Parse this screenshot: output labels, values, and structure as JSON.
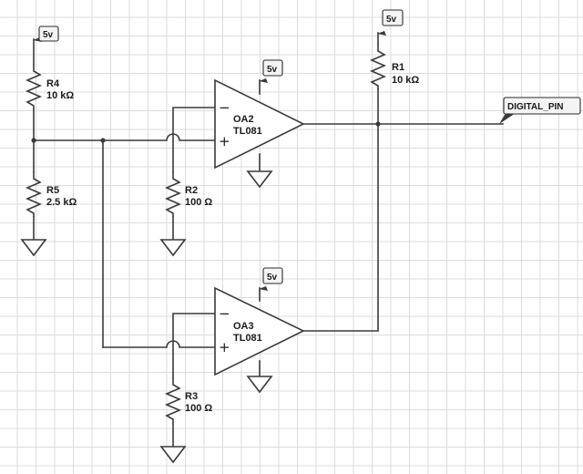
{
  "diagram": {
    "supply_label": "5v",
    "net_label": "DIGITAL_PIN",
    "minus_sign": "−",
    "plus_sign": "+",
    "resistors": [
      {
        "id": "R4",
        "value": "10 kΩ"
      },
      {
        "id": "R5",
        "value": "2.5 kΩ"
      },
      {
        "id": "R2",
        "value": "100 Ω"
      },
      {
        "id": "R1",
        "value": "10 kΩ"
      },
      {
        "id": "R3",
        "value": "100 Ω"
      }
    ],
    "opamps": [
      {
        "id": "OA2",
        "part": "TL081"
      },
      {
        "id": "OA3",
        "part": "TL081"
      }
    ]
  },
  "colors": {
    "wire": "#3a3a3a",
    "grid": "#dcdcdc",
    "background": "#ffffff"
  }
}
